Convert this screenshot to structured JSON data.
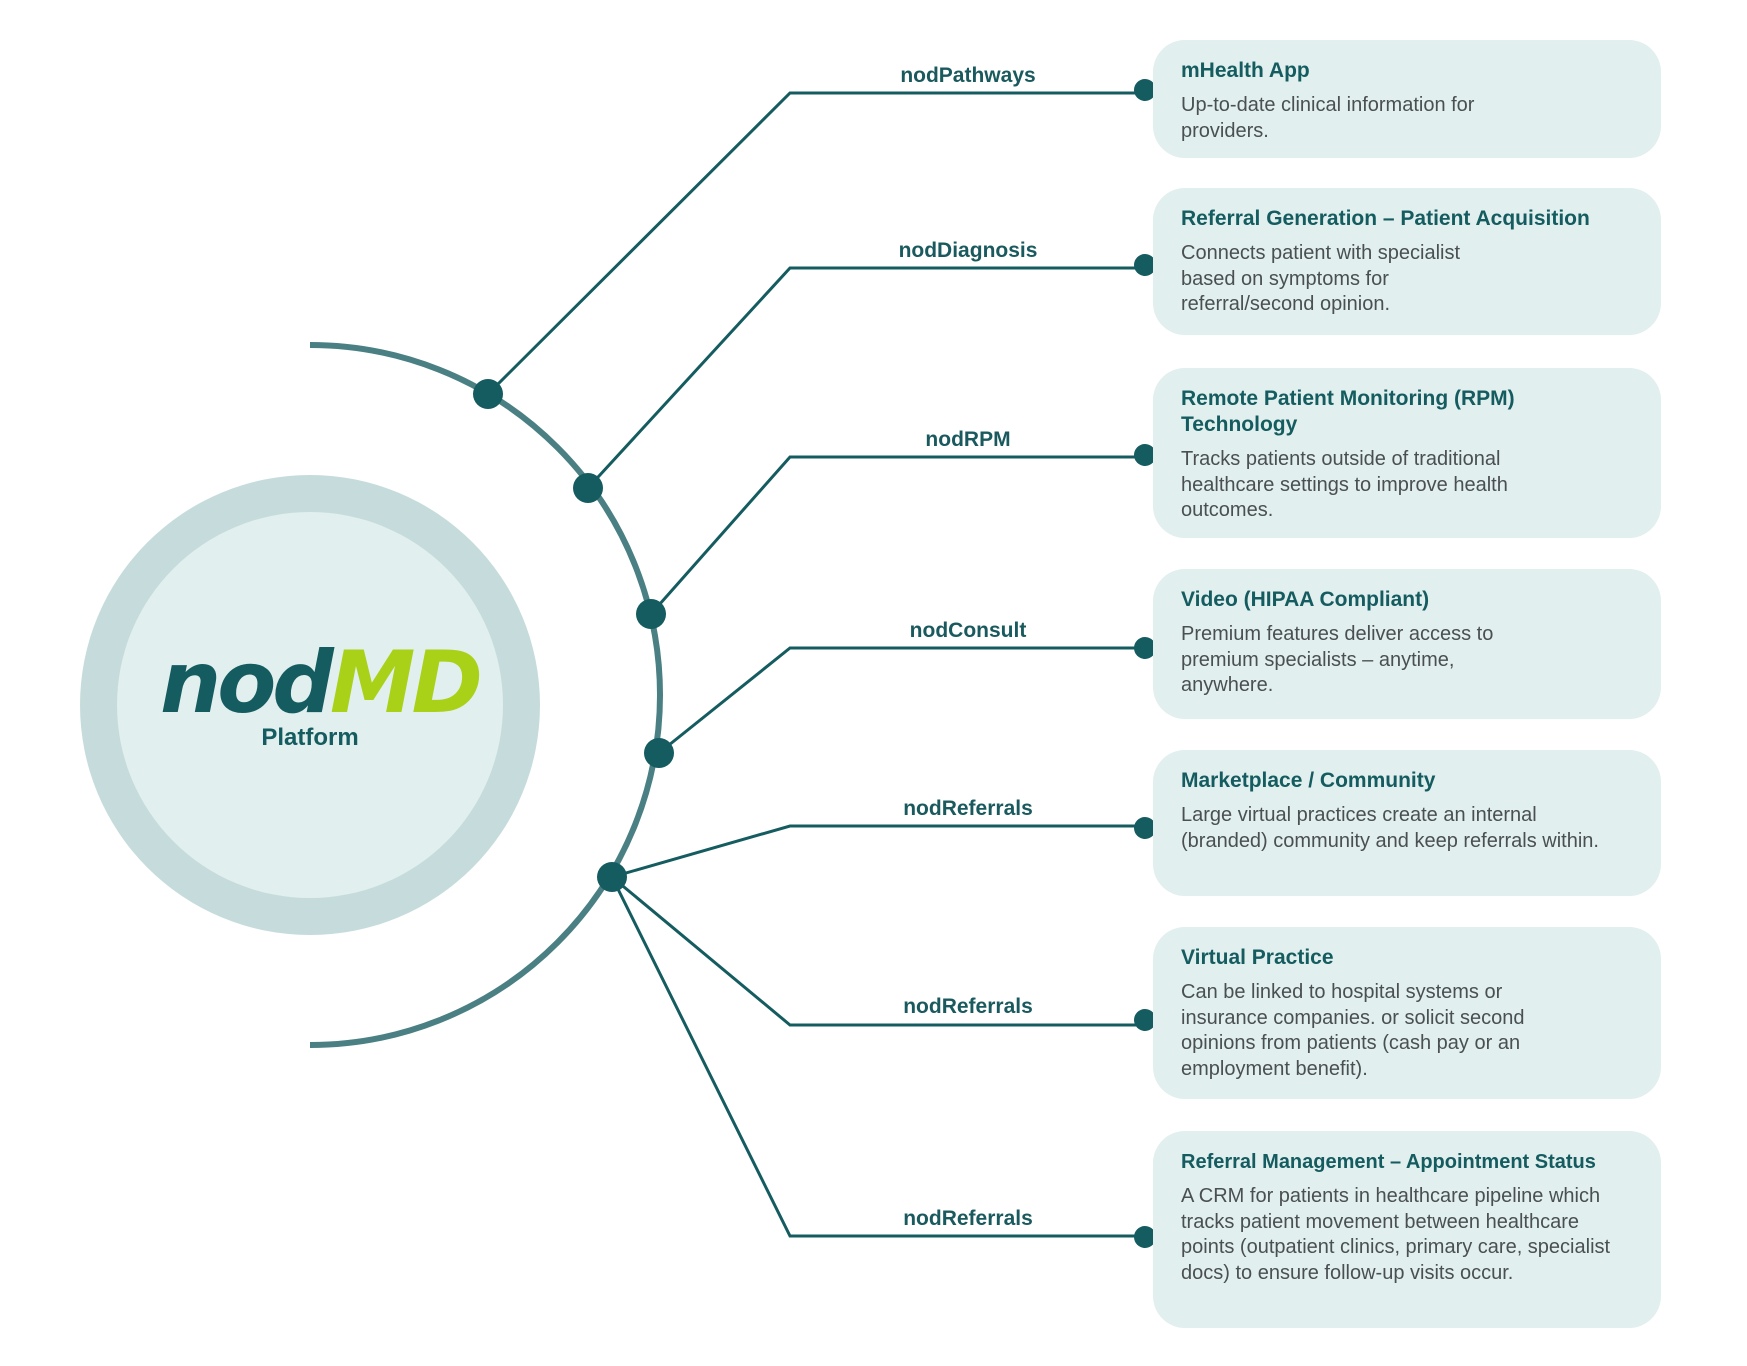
{
  "hub": {
    "logo_part1": "nod",
    "logo_part2": "MD",
    "subtitle": "Platform"
  },
  "colors": {
    "teal": "#155c60",
    "arc": "#4a8083",
    "lime": "#a8d117",
    "ring_outer": "#c6dcdc",
    "ring_inner": "#e1efee",
    "card_bg": "#e1efee"
  },
  "branches": [
    {
      "label": "nodPathways",
      "title": "mHealth App",
      "text": "Up-to-date clinical information for providers."
    },
    {
      "label": "nodDiagnosis",
      "title": "Referral Generation – Patient Acquisition",
      "text": "Connects patient with specialist based on symptoms for referral/second opinion."
    },
    {
      "label": "nodRPM",
      "title": "Remote Patient Monitoring (RPM) Technology",
      "text": "Tracks patients outside of traditional healthcare settings to improve health outcomes."
    },
    {
      "label": "nodConsult",
      "title": "Video (HIPAA Compliant)",
      "text": "Premium features deliver access to premium specialists – anytime, anywhere."
    },
    {
      "label": "nodReferrals",
      "title": "Marketplace / Community",
      "text": "Large virtual practices create an internal (branded) community and keep referrals within."
    },
    {
      "label": "nodReferrals",
      "title": "Virtual Practice",
      "text": "Can be linked to hospital systems or insurance companies. or solicit second opinions from patients (cash pay or an employment benefit)."
    },
    {
      "label": "nodReferrals",
      "title": "Referral Management – Appointment Status",
      "text": "A CRM for patients in healthcare pipeline which tracks patient movement between healthcare points (outpatient clinics, primary care, specialist docs) to ensure follow-up visits occur."
    }
  ]
}
